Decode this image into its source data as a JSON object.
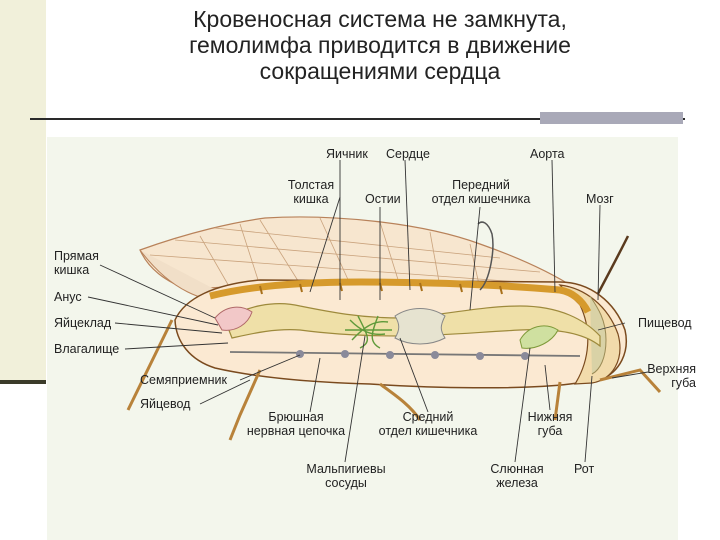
{
  "title": {
    "line1": "Кровеносная система не замкнута,",
    "line2": "гемолимфа приводится в движение",
    "line3": "сокращениями сердца"
  },
  "labels": {
    "ovary": "Яичник",
    "heart": "Сердце",
    "aorta": "Аорта",
    "colon_1": "Толстая",
    "colon_2": "кишка",
    "ostia": "Остии",
    "foregut_1": "Передний",
    "foregut_2": "отдел кишечника",
    "brain": "Мозг",
    "rectum_1": "Прямая",
    "rectum_2": "кишка",
    "anus": "Анус",
    "ovipositor": "Яйцеклад",
    "vagina": "Влагалище",
    "esophagus": "Пищевод",
    "upper_lip_1": "Верхняя",
    "upper_lip_2": "губа",
    "spermatheca": "Семяприемник",
    "oviduct": "Яйцевод",
    "nerve_cord_1": "Брюшная",
    "nerve_cord_2": "нервная цепочка",
    "midgut_1": "Средний",
    "midgut_2": "отдел кишечника",
    "lower_lip_1": "Нижняя",
    "lower_lip_2": "губа",
    "malpighian_1": "Мальпигиевы",
    "malpighian_2": "сосуды",
    "salivary_1": "Слюнная",
    "salivary_2": "железа",
    "mouth": "Рот"
  }
}
